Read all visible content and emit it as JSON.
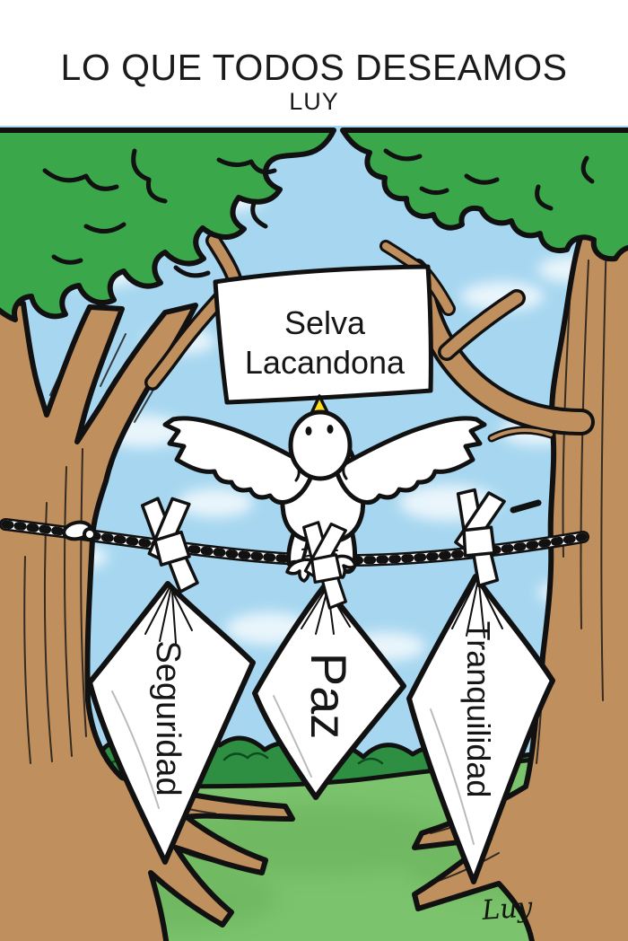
{
  "header": {
    "title": "LO QUE TODOS DESEAMOS",
    "byline": "LUY"
  },
  "cartoon": {
    "sign": {
      "line1": "Selva",
      "line2": "Lacandona"
    },
    "bundles": [
      {
        "label": "Seguridad"
      },
      {
        "label": "Paz"
      },
      {
        "label": "Tranquilidad"
      }
    ],
    "signature": "Luy",
    "colors": {
      "sky": "#a7d7f0",
      "foliage": "#3aa74a",
      "bush": "#2e8e41",
      "ground": "#7cc36d",
      "trunk": "#c08f5e",
      "beak": "#ffdf1b",
      "cloth": "#ffffff",
      "outline": "#111111"
    }
  }
}
